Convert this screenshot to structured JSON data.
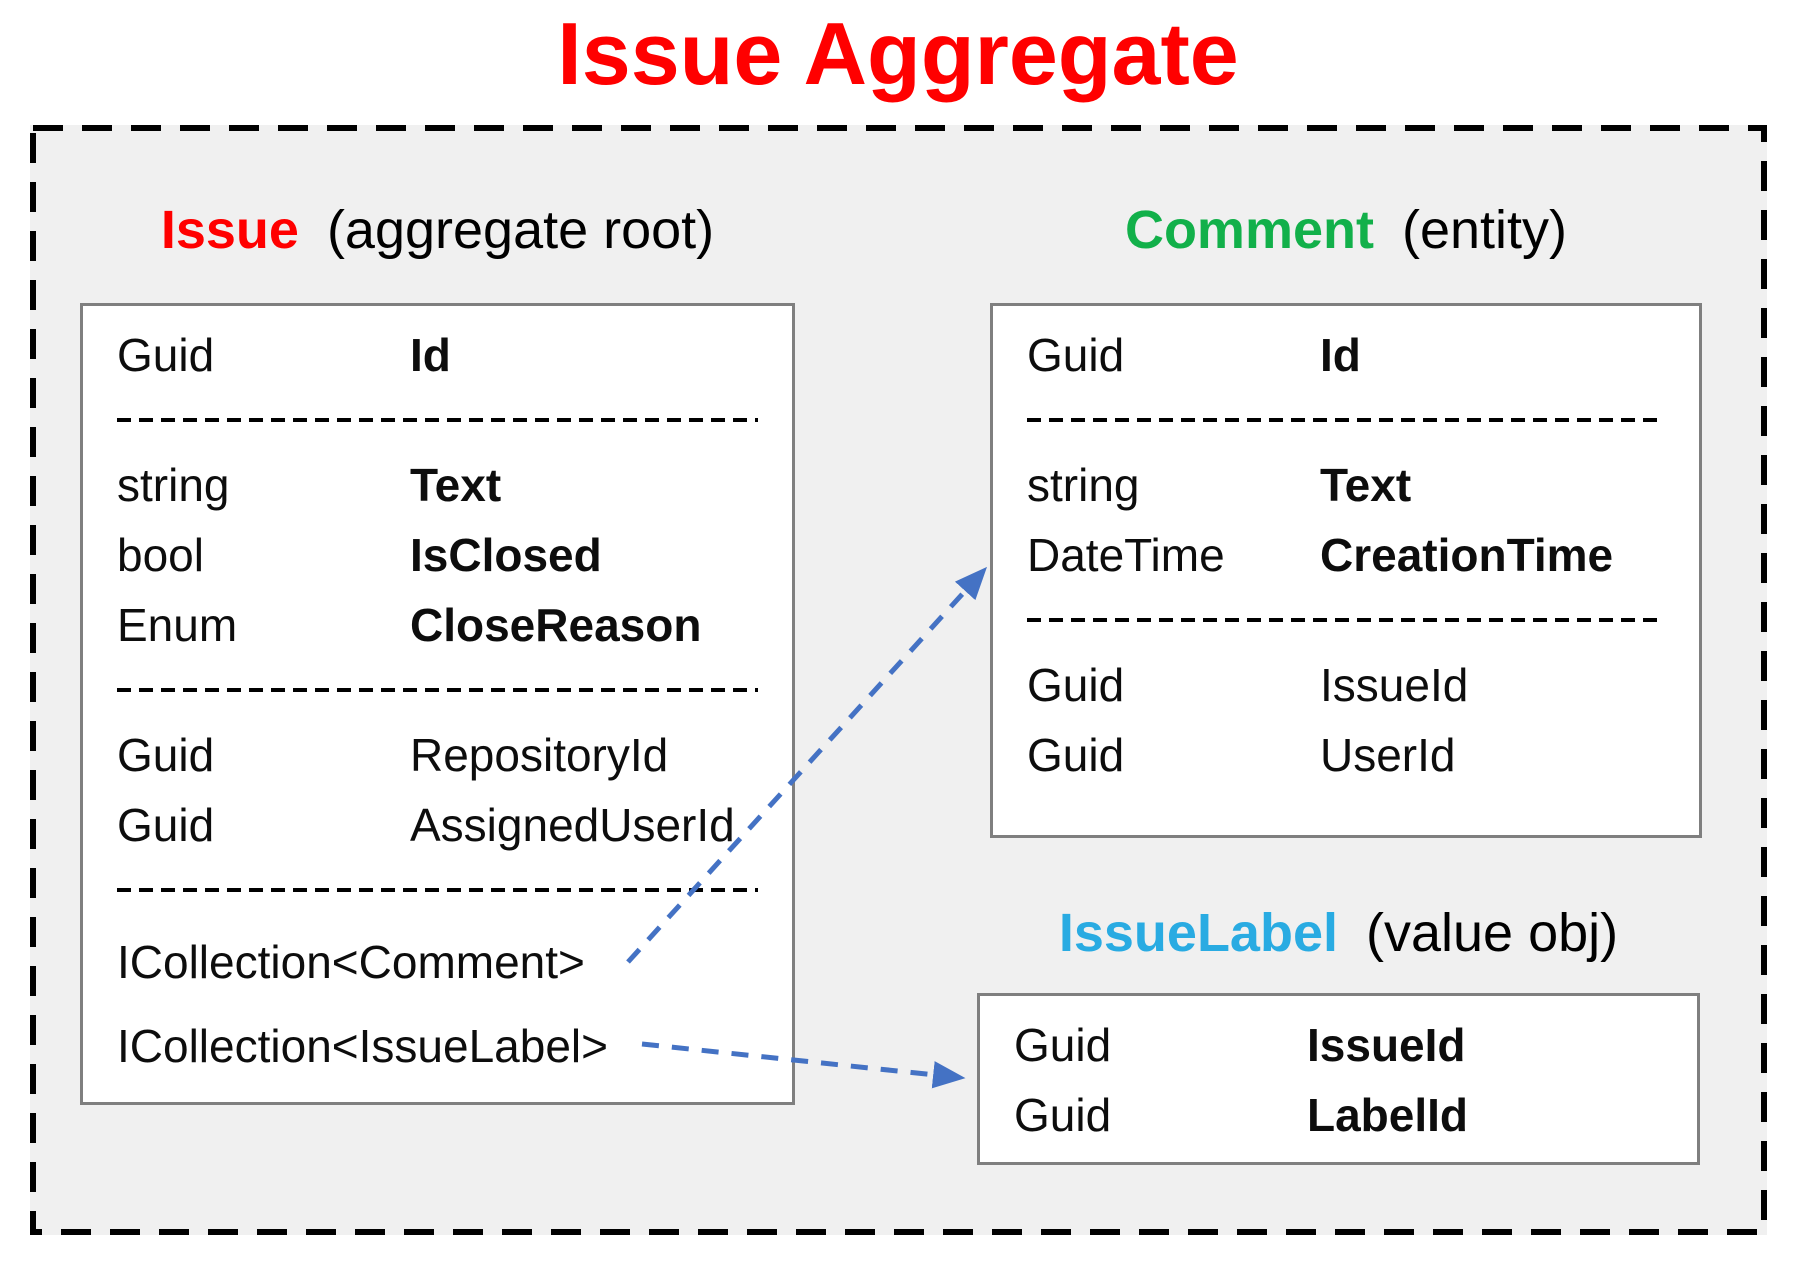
{
  "title": "Issue Aggregate",
  "colors": {
    "title_red": "#ff0000",
    "issue_red": "#ff0000",
    "comment_green": "#12b04a",
    "issuelabel_blue": "#29abe2",
    "arrow_blue": "#4472c4",
    "boundary_background": "#f0f0f0",
    "boundary_border": "#000000",
    "box_border": "#7f7f7f",
    "text": "#0d0d0d"
  },
  "entities": {
    "issue": {
      "name": "Issue",
      "kind": "(aggregate root)",
      "rows": [
        {
          "type": "Guid",
          "name": "Id",
          "bold": true
        },
        {
          "sep": true
        },
        {
          "type": "string",
          "name": "Text",
          "bold": true
        },
        {
          "type": "bool",
          "name": "IsClosed",
          "bold": true
        },
        {
          "type": "Enum",
          "name": "CloseReason",
          "bold": true
        },
        {
          "sep": true
        },
        {
          "type": "Guid",
          "name": "RepositoryId",
          "bold": false
        },
        {
          "type": "Guid",
          "name": "AssignedUserId",
          "bold": false
        },
        {
          "sep": true
        },
        {
          "full": "ICollection<Comment>"
        },
        {
          "full": "ICollection<IssueLabel>"
        }
      ]
    },
    "comment": {
      "name": "Comment",
      "kind": "(entity)",
      "rows": [
        {
          "type": "Guid",
          "name": "Id",
          "bold": true
        },
        {
          "sep": true
        },
        {
          "type": "string",
          "name": "Text",
          "bold": true
        },
        {
          "type": "DateTime",
          "name": "CreationTime",
          "bold": true
        },
        {
          "sep": true
        },
        {
          "type": "Guid",
          "name": "IssueId",
          "bold": false
        },
        {
          "type": "Guid",
          "name": "UserId",
          "bold": false
        }
      ]
    },
    "issue_label": {
      "name": "IssueLabel",
      "kind": "(value obj)",
      "rows": [
        {
          "type": "Guid",
          "name": "IssueId",
          "bold": true
        },
        {
          "type": "Guid",
          "name": "LabelId",
          "bold": true
        }
      ]
    }
  },
  "arrows": [
    {
      "label": "comments-collection-to-comment",
      "from": "ICollection<Comment>",
      "to": "Comment"
    },
    {
      "label": "labels-collection-to-issuelabel",
      "from": "ICollection<IssueLabel>",
      "to": "IssueLabel"
    }
  ]
}
